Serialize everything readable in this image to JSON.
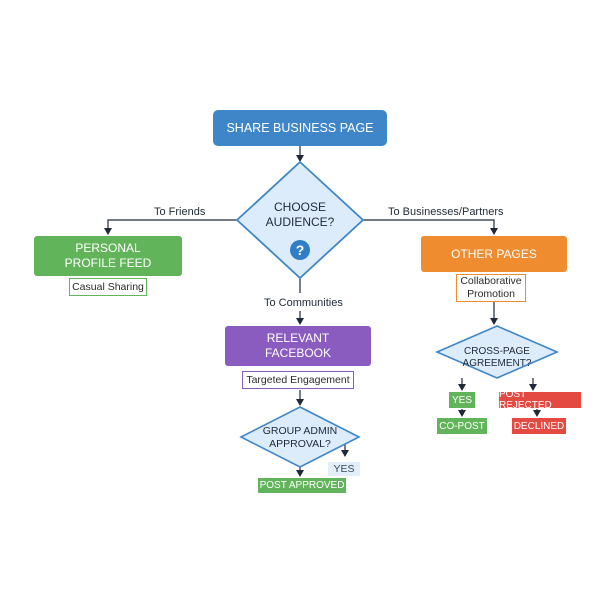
{
  "colors": {
    "blue": "#3f86c8",
    "green": "#62b45a",
    "orange": "#ef8c30",
    "purple": "#8a5cc0",
    "red": "#e44a42",
    "diamond_fill": "#dcecfb",
    "diamond_stroke": "#3f86c8"
  },
  "start": {
    "label": "SHARE BUSINESS PAGE"
  },
  "decision_main": {
    "label": "CHOOSE AUDIENCE?",
    "icon": "question-icon",
    "icon_text": "?"
  },
  "edges": {
    "friends": "To Friends",
    "partners": "To Businesses/Partners",
    "communities": "To Communities"
  },
  "personal": {
    "label": "PERSONAL PROFILE FEED",
    "note": "Casual Sharing"
  },
  "other_pages": {
    "label": "OTHER PAGES",
    "note": "Collaborative Promotion"
  },
  "relevant": {
    "label": "RELEVANT FACEBOOK",
    "note": "Targeted Engagement"
  },
  "group_decision": {
    "label": "GROUP ADMIN APPROVAL?",
    "yes": "YES",
    "approved": "POST APPROVED"
  },
  "cross_decision": {
    "label": "CROSS-PAGE AGREEMENT?",
    "yes": "YES",
    "rejected": "POST REJECTED",
    "co_post": "CO-POST",
    "declined": "DECLINED"
  }
}
